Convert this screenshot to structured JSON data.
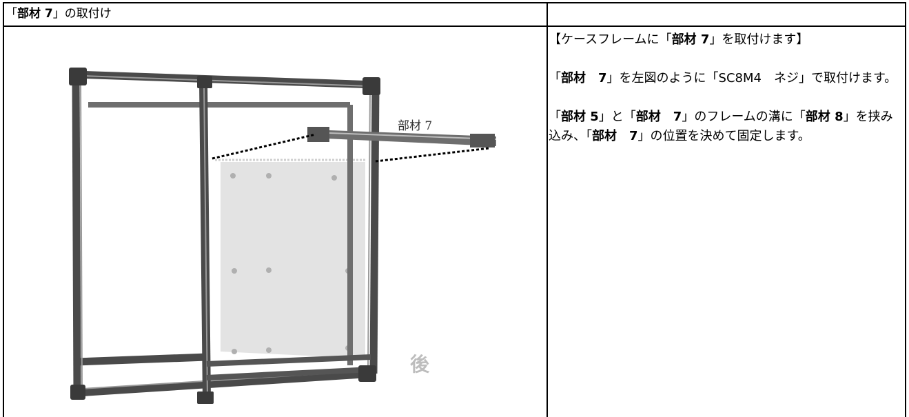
{
  "header": {
    "open_bracket": "「",
    "part_bold": "部材 7",
    "close_rest": "」の取付け"
  },
  "figure": {
    "callout_label": "部材 7",
    "rear_label": "後"
  },
  "instructions": {
    "heading_pre": "【ケースフレームに「",
    "heading_bold": "部材 7",
    "heading_post": "」を取付けます】",
    "p1_pre": "「",
    "p1_bold": "部材　7",
    "p1_mid": "」を左図のように「SC8M4　ネジ」で取付けます。",
    "p2_a": "「",
    "p2_bold1": "部材 5",
    "p2_b": "」と「",
    "p2_bold2": "部材　7",
    "p2_c": "」のフレームの溝に「",
    "p2_bold3": "部材 8",
    "p2_d": "」を挟み込み、「",
    "p2_bold4": "部材　7",
    "p2_e": "」の位置を決めて固定します。"
  },
  "colors": {
    "frame": "#6e6e6e",
    "frame_dark": "#3a3a3a",
    "panel": "#d9d9d9",
    "rear_label": "#bdbdbd"
  }
}
